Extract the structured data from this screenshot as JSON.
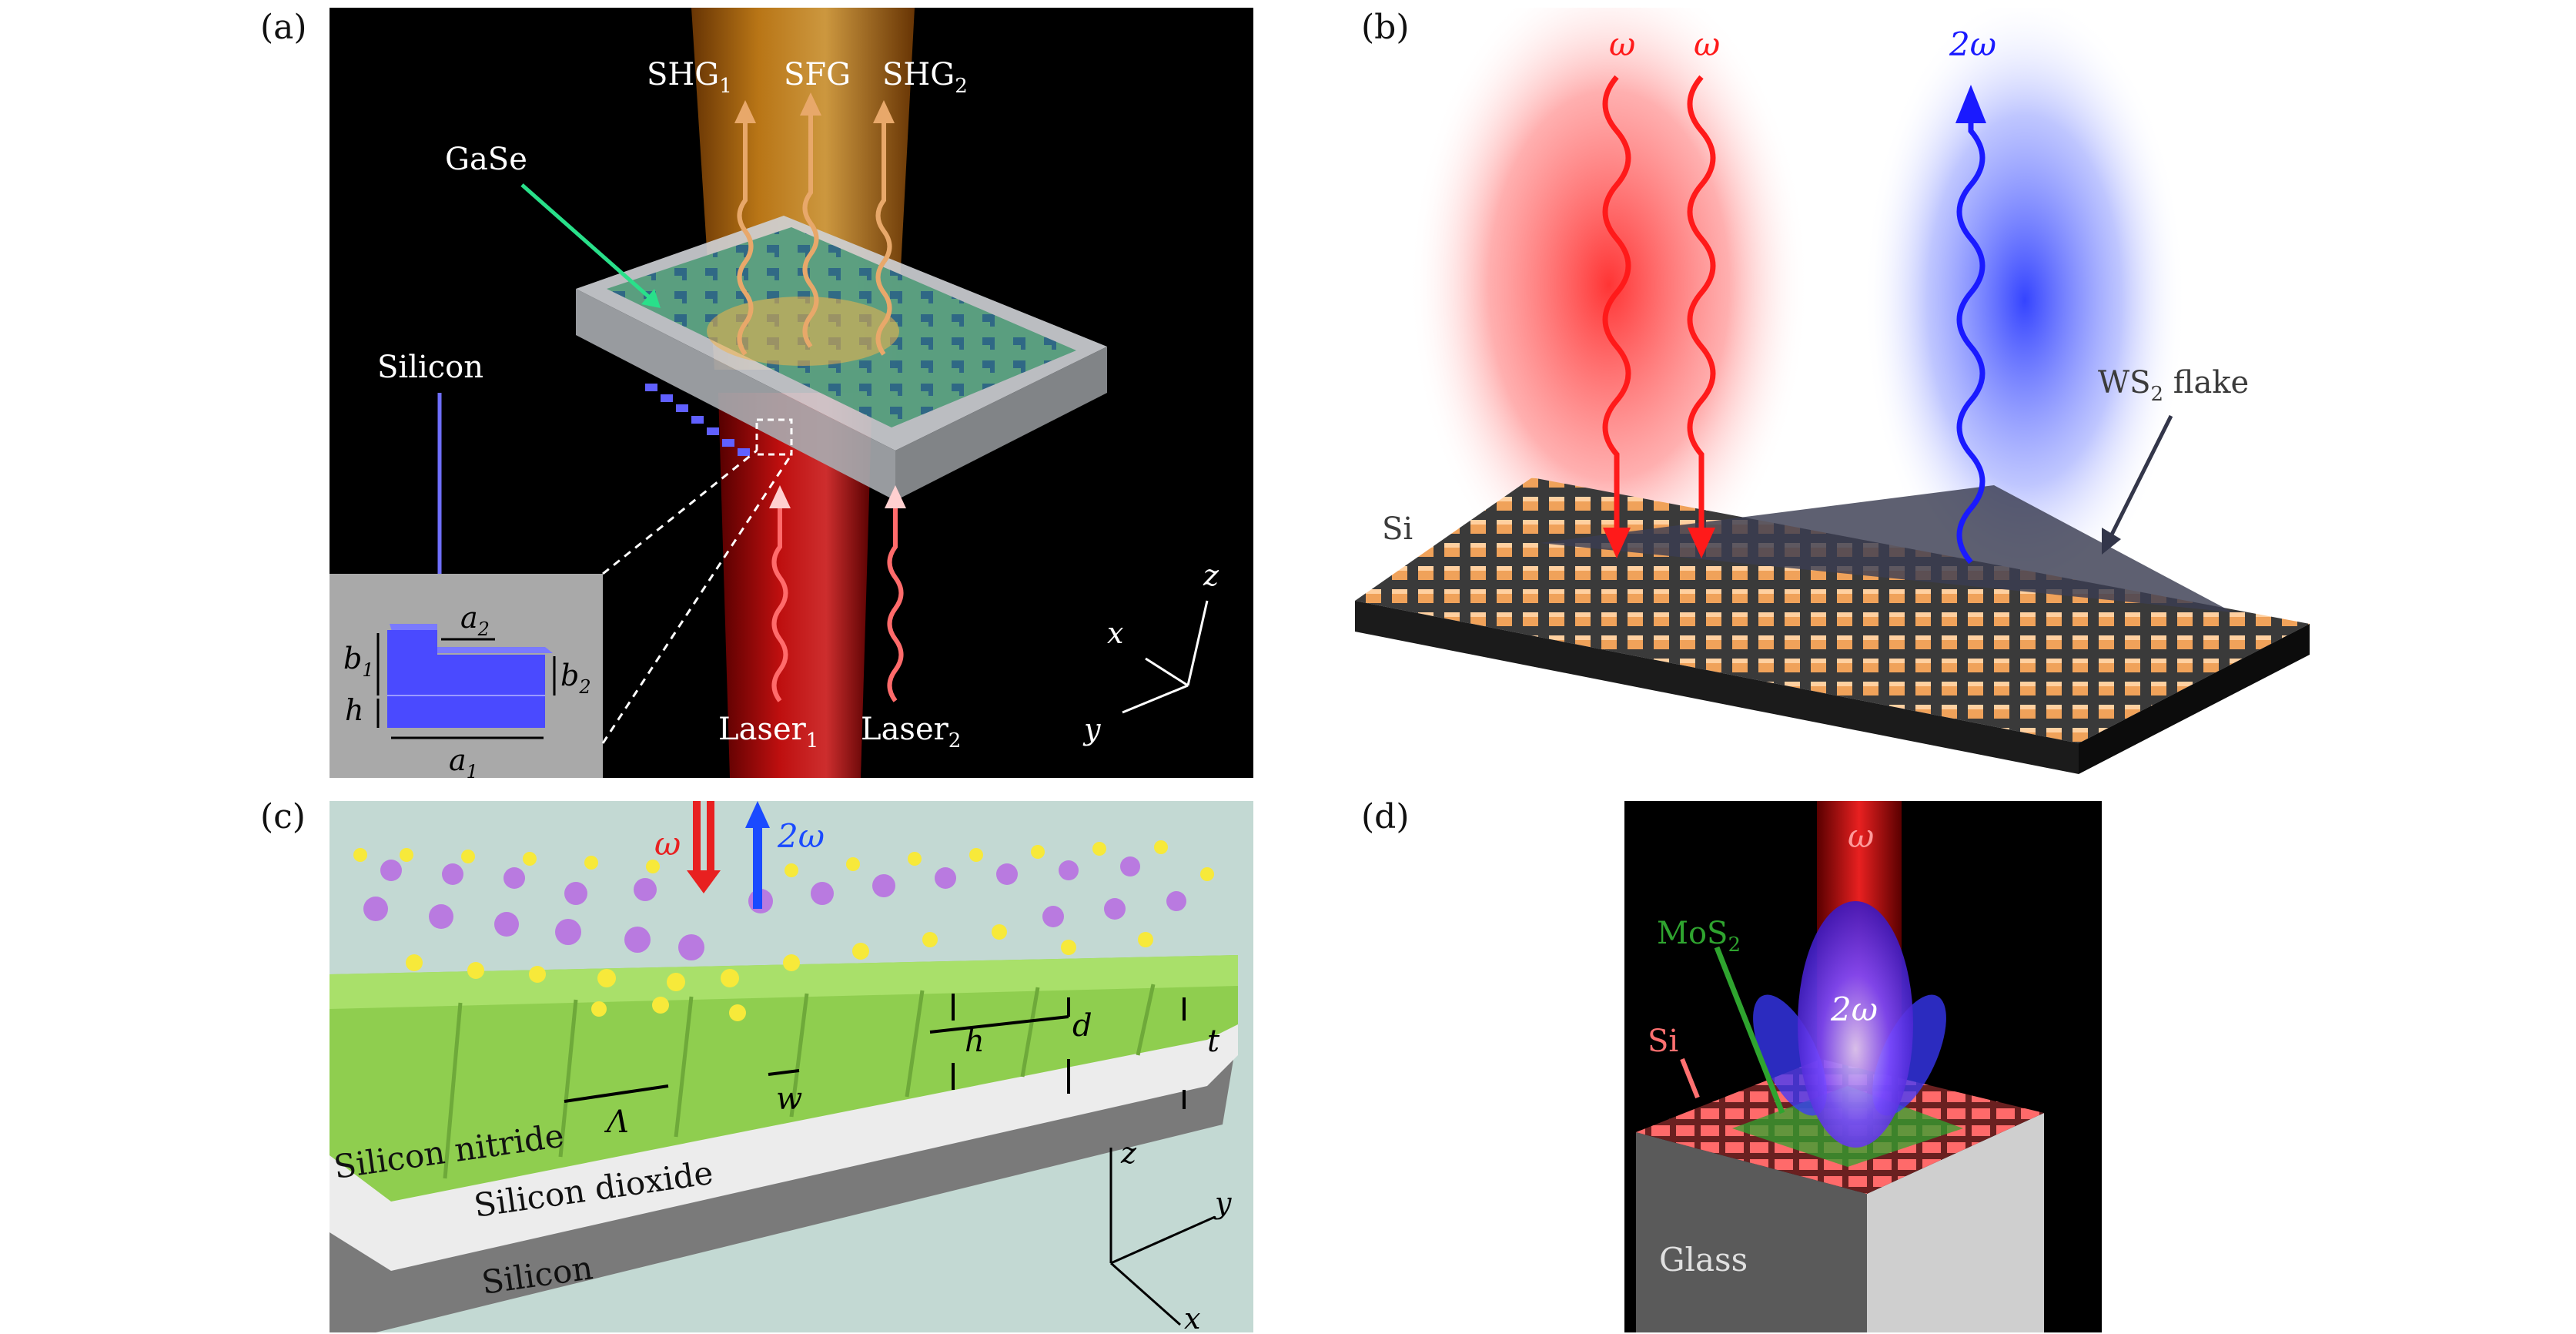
{
  "panels": {
    "a": {
      "letter": "(a)",
      "top_labels": [
        "SHG",
        "SFG",
        "SHG"
      ],
      "top_subs": [
        "1",
        "",
        "2"
      ],
      "material": "GaSe",
      "silicon": "Silicon",
      "lasers": [
        "Laser",
        "Laser"
      ],
      "laser_subs": [
        "1",
        "2"
      ],
      "axes": [
        "x",
        "y",
        "z"
      ],
      "inset_dims": {
        "a1": "a",
        "a1_sub": "1",
        "a2": "a",
        "a2_sub": "2",
        "b1": "b",
        "b1_sub": "1",
        "b2": "b",
        "b2_sub": "2",
        "h": "h"
      }
    },
    "b": {
      "letter": "(b)",
      "omega": "ω",
      "two_omega": "2ω",
      "flake": "WS",
      "flake_sub": "2",
      "flake_suffix": " flake",
      "substrate": "Si"
    },
    "c": {
      "letter": "(c)",
      "omega": "ω",
      "two_omega": "2ω",
      "dims": {
        "h": "h",
        "d": "d",
        "t": "t",
        "w": "w",
        "lambda": "Λ"
      },
      "layers": [
        "Silicon nitride",
        "Silicon dioxide",
        "Silicon"
      ],
      "axes": [
        "z",
        "y",
        "x"
      ]
    },
    "d": {
      "letter": "(d)",
      "omega": "ω",
      "two_omega": "2ω",
      "material": "MoS",
      "material_sub": "2",
      "si": "Si",
      "glass": "Glass"
    }
  },
  "colors": {
    "panel_a_bg": "#000000",
    "panel_c_bg": "#c3d9d3",
    "nitride": "#8fce4f",
    "red_beam": "#d81b1b",
    "blue_beam": "#1a35ff",
    "orange_beam": "#d98a1a",
    "gase_green": "#2e8a5c",
    "silicon_blue": "#5a5aff",
    "mos2_green": "#2fa42f",
    "si_pink": "#ff6a6a"
  }
}
